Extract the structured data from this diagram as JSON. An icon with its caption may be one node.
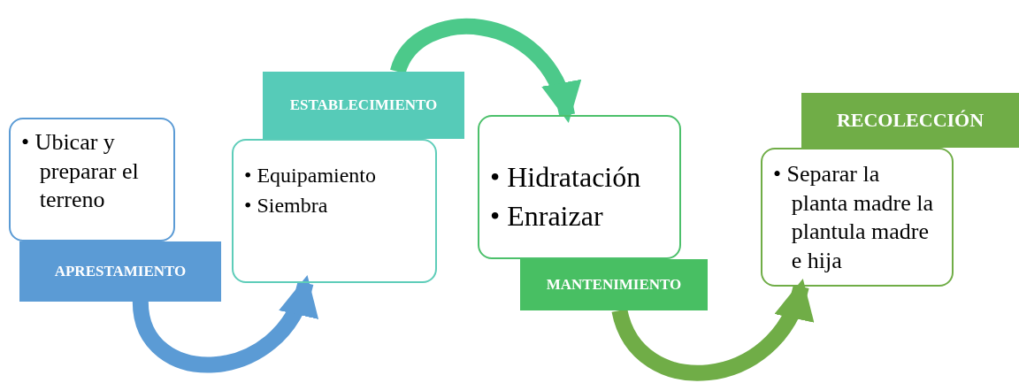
{
  "diagram": {
    "nodes": [
      {
        "text": [
          "• Ubicar y preparar el terreno"
        ]
      },
      {
        "text": [
          "APRESTAMIENTO"
        ]
      },
      {
        "text": [
          "• Equipamiento",
          "• Siembra"
        ]
      },
      {
        "text": [
          "ESTABLECIMIENTO"
        ]
      },
      {
        "text": [
          "• Hidratación",
          "• Enraizar"
        ]
      },
      {
        "text": [
          "MANTENIMIENTO"
        ]
      },
      {
        "text": [
          "RECOLECCIÓN"
        ]
      },
      {
        "text": [
          "• Separar la planta madre la plantula madre e hija"
        ]
      }
    ],
    "edges": [
      {
        "from": 1,
        "to": 2,
        "arrow": "to",
        "color": "#5b9bd5"
      },
      {
        "from": 3,
        "to": 4,
        "arrow": "to",
        "color": "#4cc98a"
      },
      {
        "from": 5,
        "to": 7,
        "arrow": "to",
        "color": "#70ad47"
      }
    ]
  }
}
